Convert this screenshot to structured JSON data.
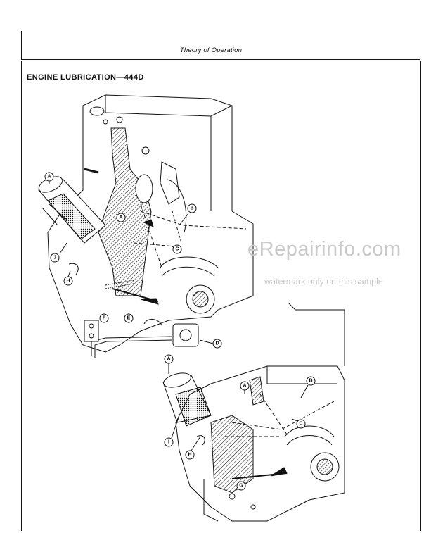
{
  "header": {
    "title": "Theory of Operation"
  },
  "section": {
    "title": "ENGINE LUBRICATION—444D"
  },
  "watermark": {
    "site": "eRepairinfo.com",
    "note": "watermark only on this sample"
  },
  "figure_top": {
    "callouts": [
      "A",
      "A",
      "B",
      "C",
      "J",
      "H",
      "F",
      "E",
      "D"
    ]
  },
  "figure_bottom": {
    "callouts": [
      "A",
      "A",
      "B",
      "C",
      "I",
      "H",
      "G"
    ]
  }
}
